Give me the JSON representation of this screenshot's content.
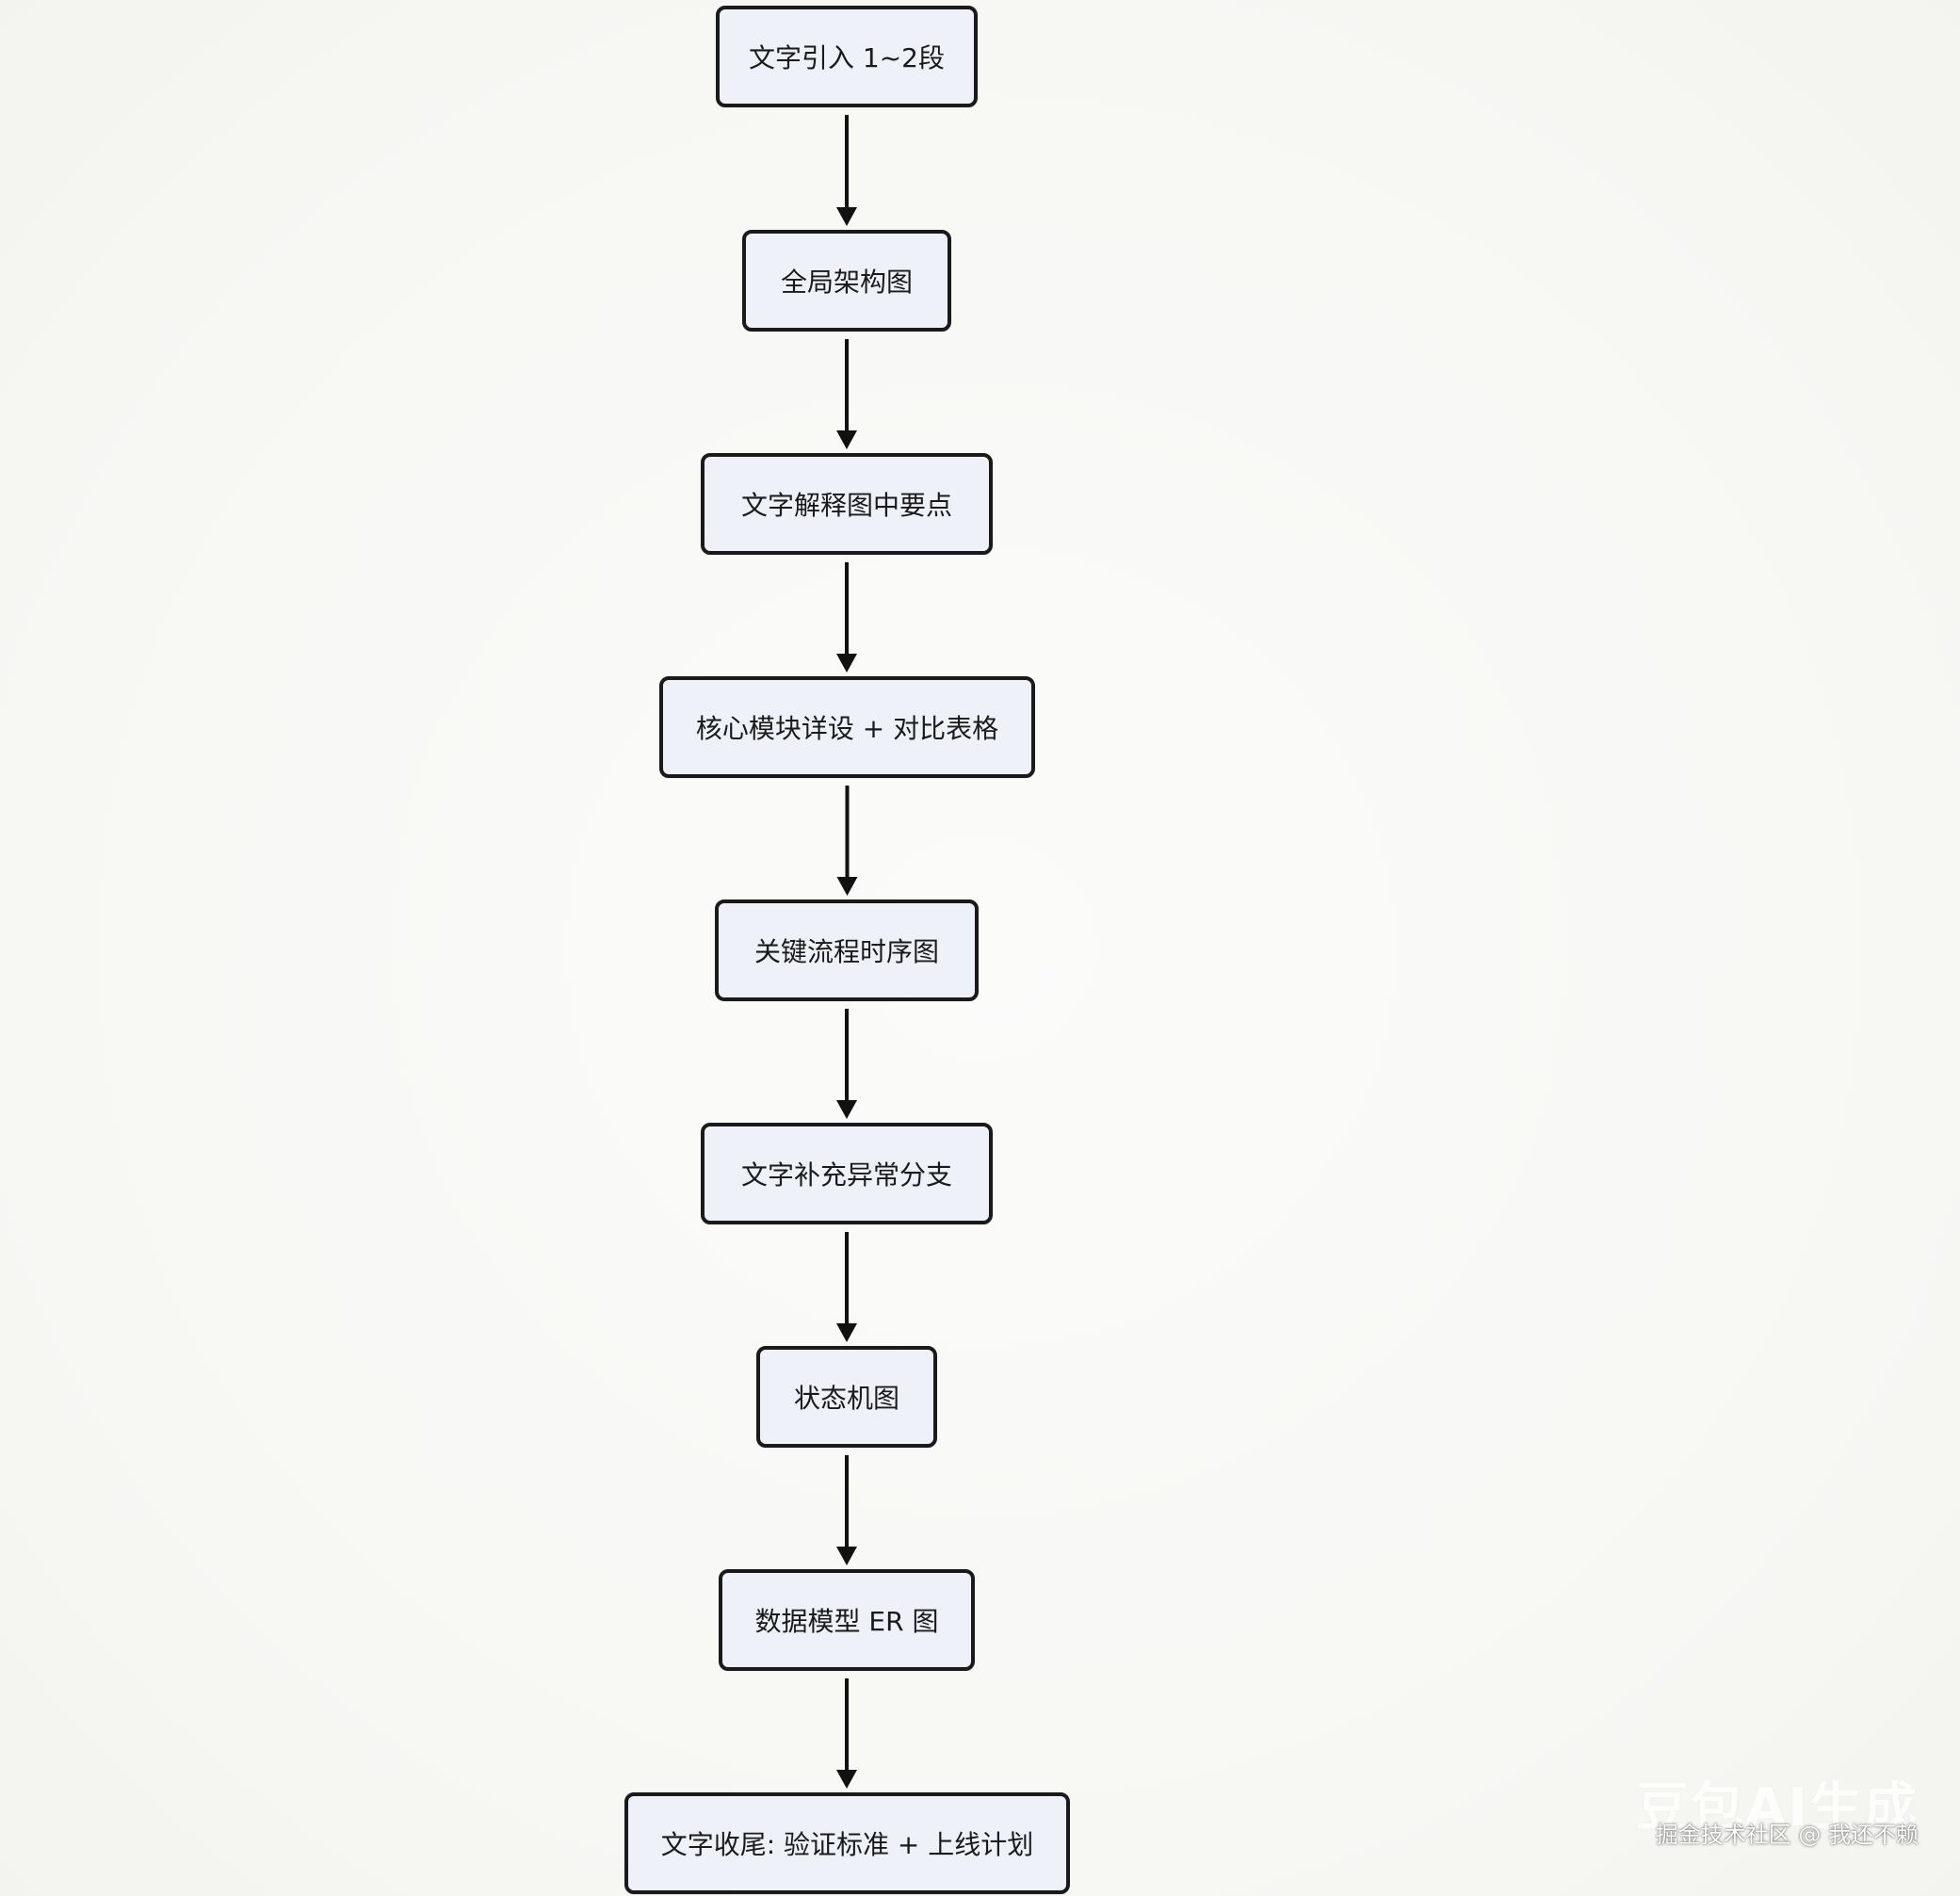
{
  "diagram": {
    "nodes": [
      {
        "id": "n1",
        "label": "文字引入 1~2段"
      },
      {
        "id": "n2",
        "label": "全局架构图"
      },
      {
        "id": "n3",
        "label": "文字解释图中要点"
      },
      {
        "id": "n4",
        "label": "核心模块详设 + 对比表格"
      },
      {
        "id": "n5",
        "label": "关键流程时序图"
      },
      {
        "id": "n6",
        "label": "文字补充异常分支"
      },
      {
        "id": "n7",
        "label": "状态机图"
      },
      {
        "id": "n8",
        "label": "数据模型 ER 图"
      },
      {
        "id": "n9",
        "label": "文字收尾: 验证标准 + 上线计划"
      }
    ],
    "edges": [
      {
        "from": "n1",
        "to": "n2"
      },
      {
        "from": "n2",
        "to": "n3"
      },
      {
        "from": "n3",
        "to": "n4"
      },
      {
        "from": "n4",
        "to": "n5"
      },
      {
        "from": "n5",
        "to": "n6"
      },
      {
        "from": "n6",
        "to": "n7"
      },
      {
        "from": "n7",
        "to": "n8"
      },
      {
        "from": "n8",
        "to": "n9"
      }
    ],
    "colors": {
      "node_fill": "#eef1f7",
      "node_stroke": "#1a1a1a",
      "edge": "#111111",
      "background": "#f8f8f6"
    }
  },
  "watermark": {
    "brand": "豆包AI生成",
    "credit": "掘金技术社区 @ 我还不赖"
  }
}
